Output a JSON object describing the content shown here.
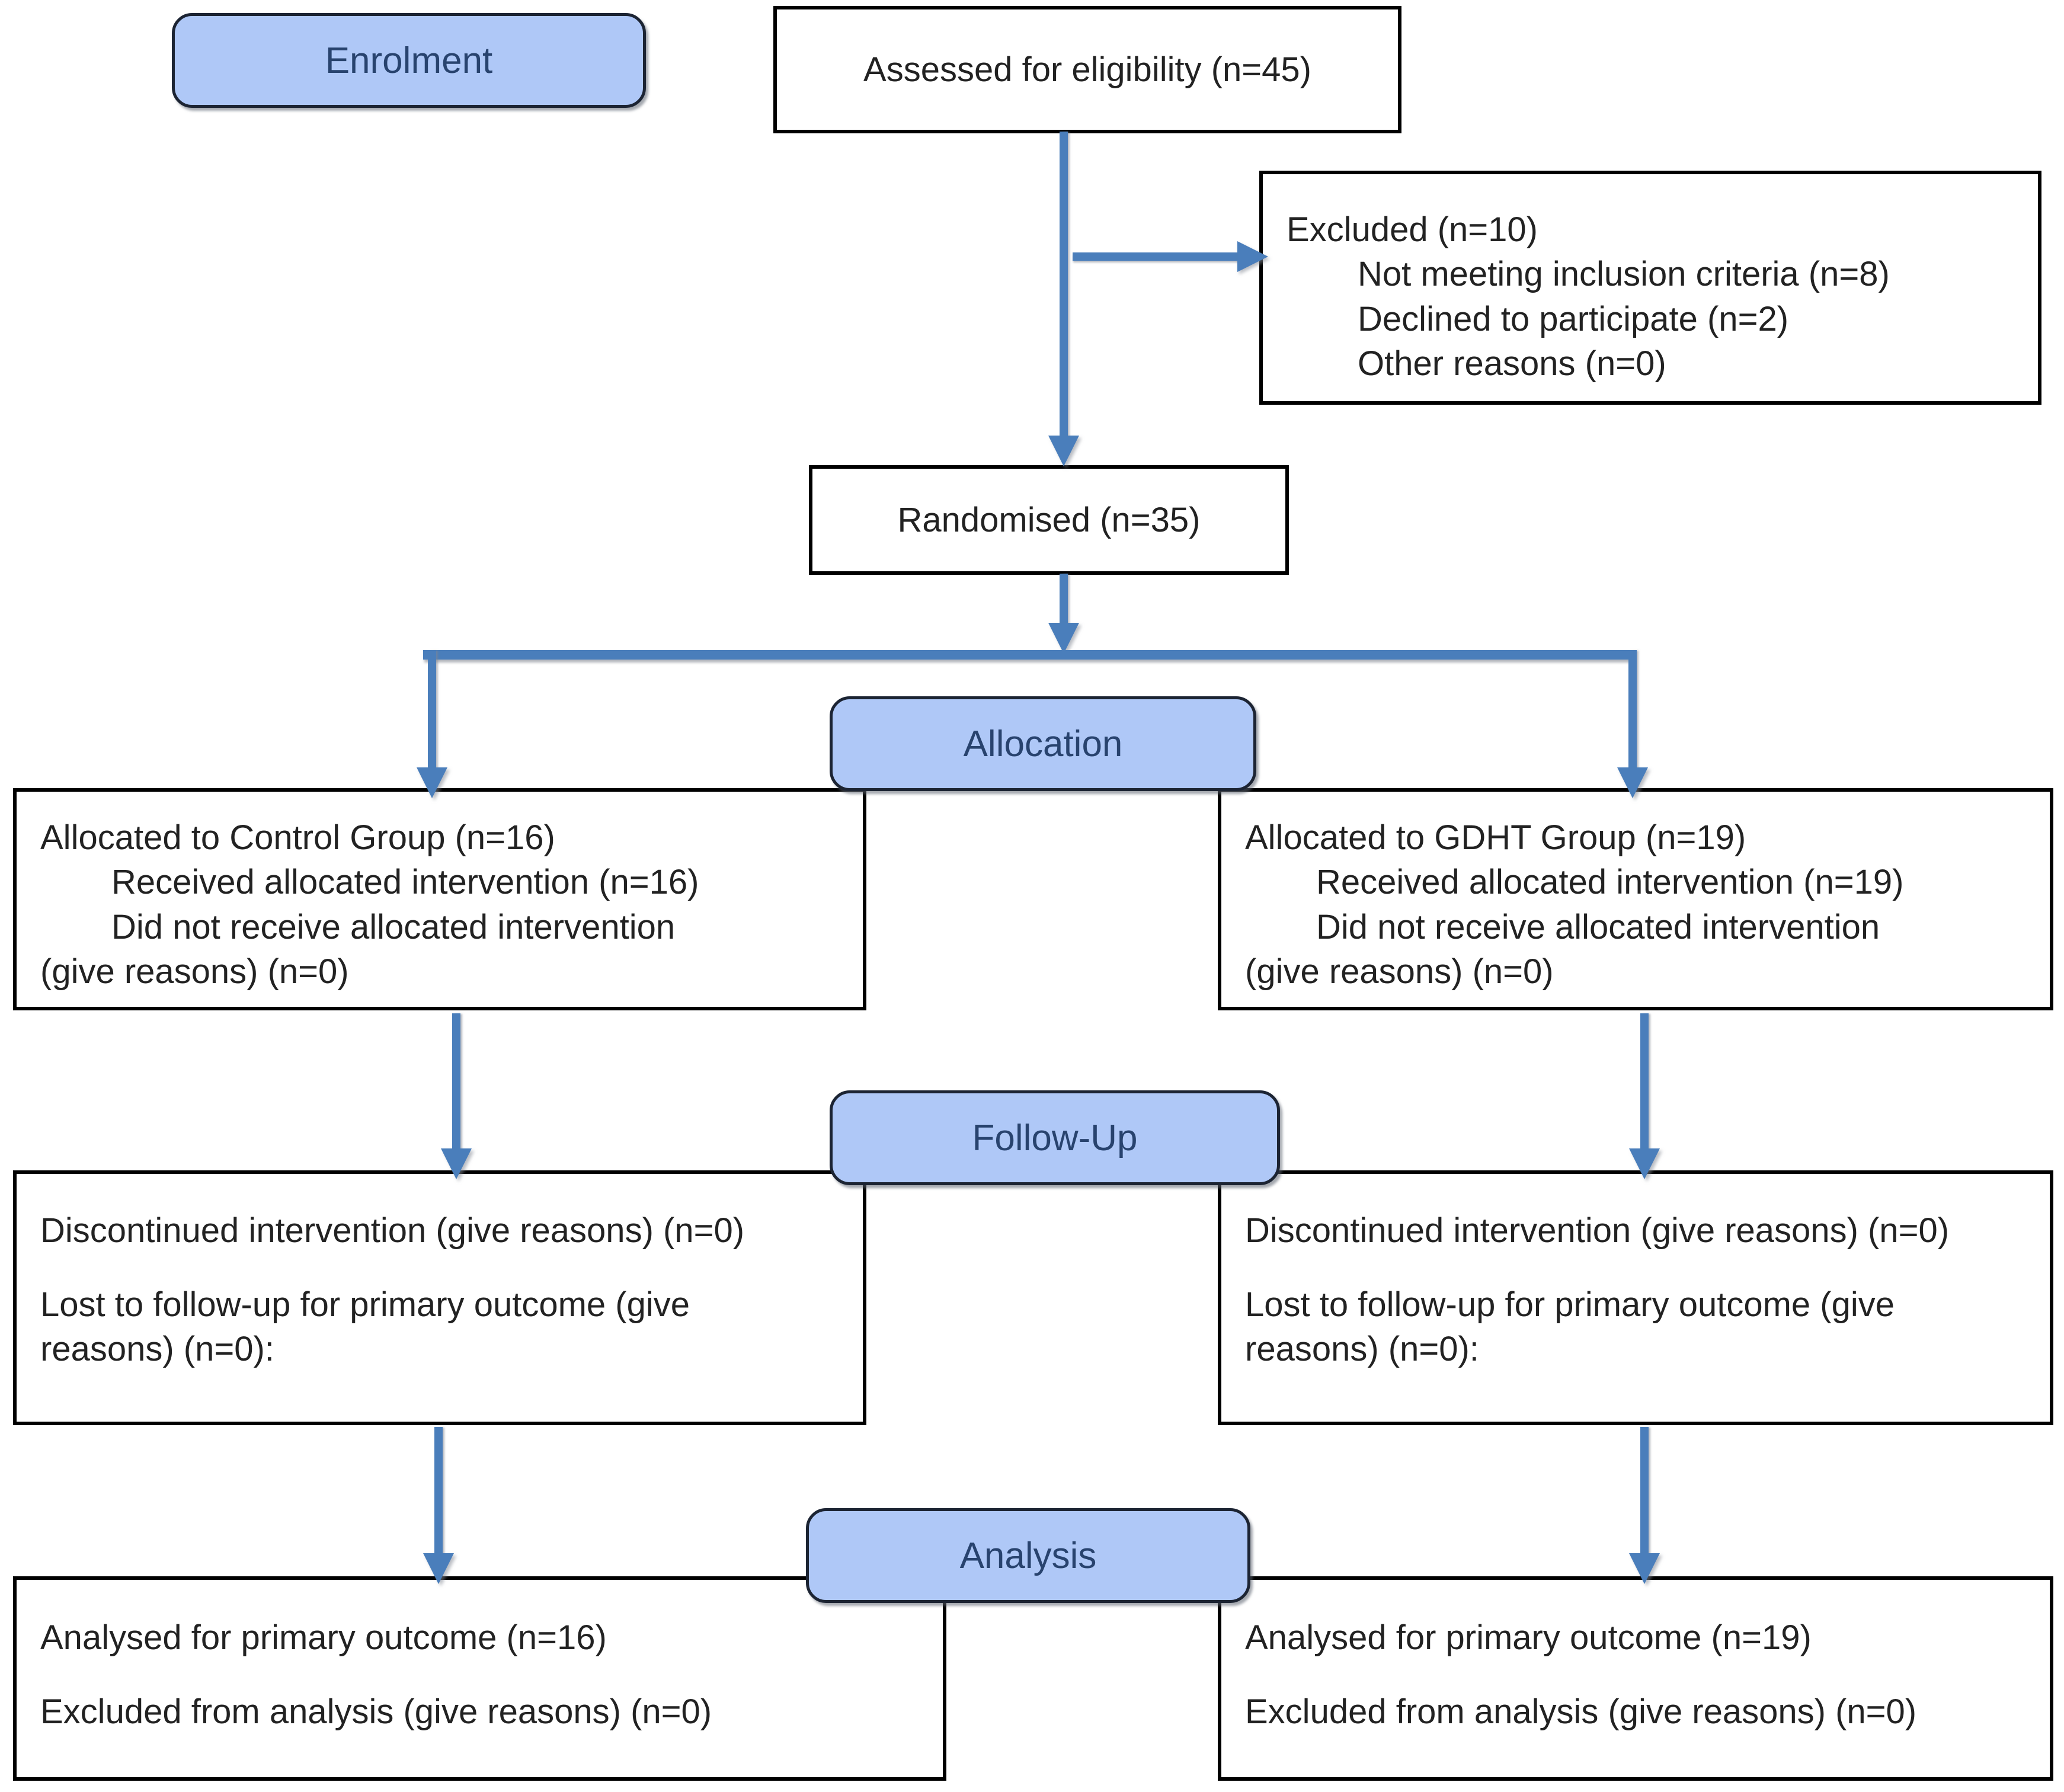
{
  "diagram": {
    "title": "CONSORT participant flow diagram",
    "accent_blue": "#4a7ebb",
    "stage_fill": "#afc8f7",
    "stage_text_color": "#28436e",
    "box_border_color": "#000000"
  },
  "stages": {
    "enrolment": "Enrolment",
    "allocation": "Allocation",
    "followup": "Follow-Up",
    "analysis": "Analysis"
  },
  "enrolment": {
    "assessed": "Assessed for eligibility (n=45)",
    "excluded": {
      "heading": "Excluded (n=10)",
      "reasons": [
        "Not meeting inclusion criteria (n=8)",
        "Declined to participate (n=2)",
        "Other reasons (n=0)"
      ]
    },
    "randomised": "Randomised (n=35)"
  },
  "allocation": {
    "left": {
      "heading": "Allocated to Control Group (n=16)",
      "received": "Received allocated intervention (n=16)",
      "not_received": "Did not receive allocated intervention",
      "not_received_cont": "(give reasons) (n=0)"
    },
    "right": {
      "heading": "Allocated to GDHT Group (n=19)",
      "received": "Received allocated intervention (n=19)",
      "not_received": "Did not receive allocated intervention",
      "not_received_cont": "(give reasons) (n=0)"
    }
  },
  "followup": {
    "left": {
      "discontinued": "Discontinued intervention (give reasons) (n=0)",
      "lost": "Lost to follow-up for primary outcome (give",
      "lost_cont": "reasons) (n=0):"
    },
    "right": {
      "discontinued": "Discontinued intervention (give reasons) (n=0)",
      "lost": "Lost to follow-up for primary outcome (give",
      "lost_cont": "reasons) (n=0):"
    }
  },
  "analysis": {
    "left": {
      "analysed": "Analysed for primary outcome (n=16)",
      "excluded": "Excluded from analysis (give reasons) (n=0)"
    },
    "right": {
      "analysed": "Analysed for primary outcome (n=19)",
      "excluded": "Excluded from analysis (give reasons) (n=0)"
    }
  }
}
